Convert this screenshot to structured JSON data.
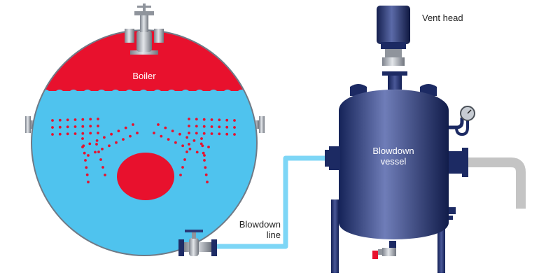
{
  "labels": {
    "boiler": "Boiler",
    "vent_head": "Vent head",
    "blowdown_vessel_line1": "Blowdown",
    "blowdown_vessel_line2": "vessel",
    "blowdown_line_line1": "Blowdown",
    "blowdown_line_line2": "line"
  },
  "colors": {
    "water": "#4fc3ee",
    "steam": "#e8112d",
    "vessel": "#1f3172",
    "steel": "#b8bcc4",
    "pipe_water": "#7dd6f6",
    "pipe_grey": "#c4c4c4"
  }
}
